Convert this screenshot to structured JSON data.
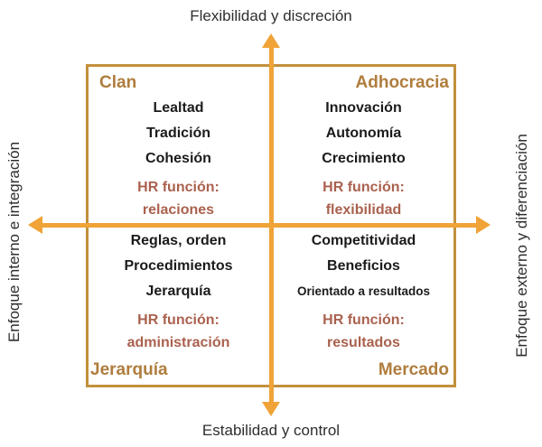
{
  "axes": {
    "top": "Flexibilidad y discreción",
    "bottom": "Estabilidad y control",
    "left": "Enfoque interno e integración",
    "right": "Enfoque externo y diferenciación"
  },
  "quadrants": [
    {
      "name": "Clan",
      "position": "top-left",
      "items": [
        "Lealtad",
        "Tradición",
        "Cohesión"
      ],
      "hr_function": [
        "HR función:",
        "relaciones"
      ]
    },
    {
      "name": "Adhocracia",
      "position": "top-right",
      "items": [
        "Innovación",
        "Autonomía",
        "Crecimiento"
      ],
      "hr_function": [
        "HR función:",
        "flexibilidad"
      ]
    },
    {
      "name": "Jerarquía",
      "position": "bottom-left",
      "items": [
        "Reglas, orden",
        "Procedimientos",
        "Jerarquía"
      ],
      "hr_function": [
        "HR función:",
        "administración"
      ]
    },
    {
      "name": "Mercado",
      "position": "bottom-right",
      "items": [
        "Competitividad",
        "Beneficios",
        "Orientado a resultados"
      ],
      "hr_function": [
        "HR función:",
        "resultados"
      ]
    }
  ],
  "colors": {
    "arrow": "#F0A337",
    "box_border": "#C3903C",
    "quadrant_title": "#AF7D3D",
    "hr_text": "#AA614E",
    "item_text": "#1B1B1B",
    "axis_text": "#2E2E2E"
  }
}
